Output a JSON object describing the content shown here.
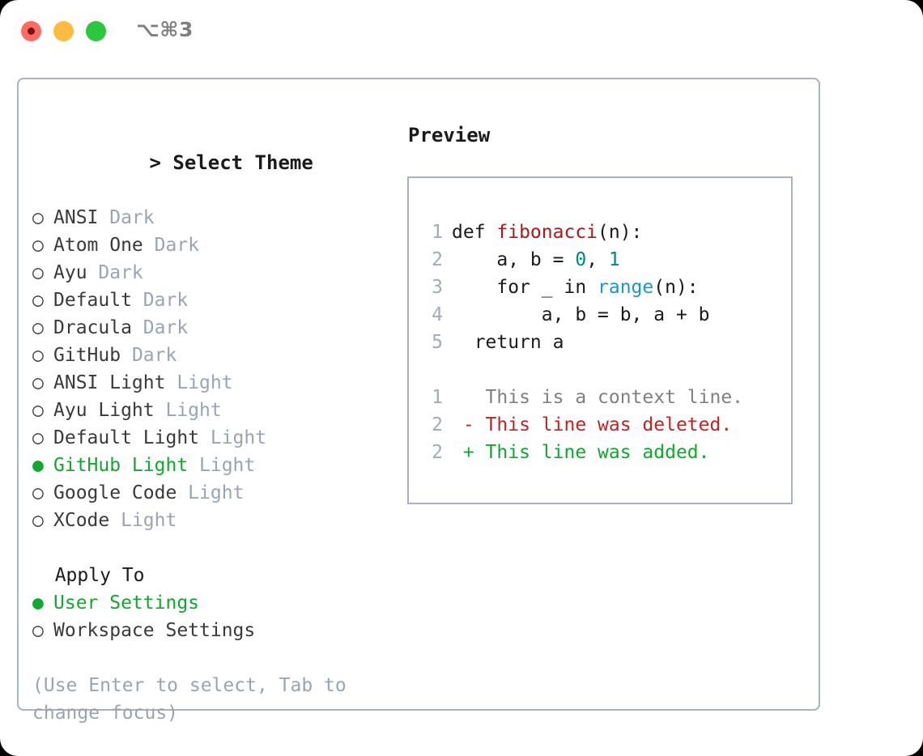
{
  "titlebar": {
    "shortcut": "⌥⌘3",
    "buttons": [
      "close",
      "minimize",
      "maximize"
    ]
  },
  "theme_picker": {
    "header": "> Select Theme",
    "header_caret": ">",
    "header_label": "Select Theme",
    "selected_index": 9,
    "options": [
      {
        "marker": "○",
        "name": "ANSI",
        "tag": "Dark",
        "selected": false
      },
      {
        "marker": "○",
        "name": "Atom One",
        "tag": "Dark",
        "selected": false
      },
      {
        "marker": "○",
        "name": "Ayu",
        "tag": "Dark",
        "selected": false
      },
      {
        "marker": "○",
        "name": "Default",
        "tag": "Dark",
        "selected": false
      },
      {
        "marker": "○",
        "name": "Dracula",
        "tag": "Dark",
        "selected": false
      },
      {
        "marker": "○",
        "name": "GitHub",
        "tag": "Dark",
        "selected": false
      },
      {
        "marker": "○",
        "name": "ANSI Light",
        "tag": "Light",
        "selected": false
      },
      {
        "marker": "○",
        "name": "Ayu Light",
        "tag": "Light",
        "selected": false
      },
      {
        "marker": "○",
        "name": "Default Light",
        "tag": "Light",
        "selected": false
      },
      {
        "marker": "●",
        "name": "GitHub Light",
        "tag": "Light",
        "selected": true
      },
      {
        "marker": "○",
        "name": "Google Code",
        "tag": "Light",
        "selected": false
      },
      {
        "marker": "○",
        "name": "XCode",
        "tag": "Light",
        "selected": false
      }
    ]
  },
  "apply_to": {
    "label": "Apply To",
    "options": [
      {
        "marker": "●",
        "name": "User Settings",
        "selected": true
      },
      {
        "marker": "○",
        "name": "Workspace Settings",
        "selected": false
      }
    ]
  },
  "hint": "(Use Enter to select, Tab to change focus)",
  "preview": {
    "title": "Preview",
    "code_lines": [
      {
        "num": "1",
        "tokens": [
          {
            "t": "def ",
            "c": "plain"
          },
          {
            "t": "fibonacci",
            "c": "fn"
          },
          {
            "t": "(n):",
            "c": "plain"
          }
        ]
      },
      {
        "num": "2",
        "tokens": [
          {
            "t": "    a, b = ",
            "c": "plain"
          },
          {
            "t": "0",
            "c": "num"
          },
          {
            "t": ", ",
            "c": "plain"
          },
          {
            "t": "1",
            "c": "num"
          }
        ]
      },
      {
        "num": "3",
        "tokens": [
          {
            "t": "    for _ in ",
            "c": "plain"
          },
          {
            "t": "range",
            "c": "call"
          },
          {
            "t": "(n):",
            "c": "plain"
          }
        ]
      },
      {
        "num": "4",
        "tokens": [
          {
            "t": "        a, b = b, a + b",
            "c": "plain"
          }
        ]
      },
      {
        "num": "5",
        "tokens": [
          {
            "t": "  return a",
            "c": "plain"
          }
        ]
      }
    ],
    "diff_lines": [
      {
        "num": "1",
        "sign": " ",
        "text": " This is a context line.",
        "kind": "ctx"
      },
      {
        "num": "2",
        "sign": "-",
        "text": " This line was deleted.",
        "kind": "del"
      },
      {
        "num": "2",
        "sign": "+",
        "text": " This line was added.",
        "kind": "add"
      }
    ]
  },
  "colors": {
    "accent_green": "#10a82e",
    "border": "#a9b2c0",
    "muted": "#9aa4b4",
    "line_number": "#a0aaba",
    "syntax_function": "#ab1a1a",
    "syntax_number": "#00897b",
    "syntax_call": "#1899c4",
    "diff_context": "#808080",
    "diff_deleted": "#c62222",
    "diff_added": "#10a82e",
    "traffic_red": "#fd6a60",
    "traffic_yellow": "#fdbc40",
    "traffic_green": "#2ac73f"
  }
}
